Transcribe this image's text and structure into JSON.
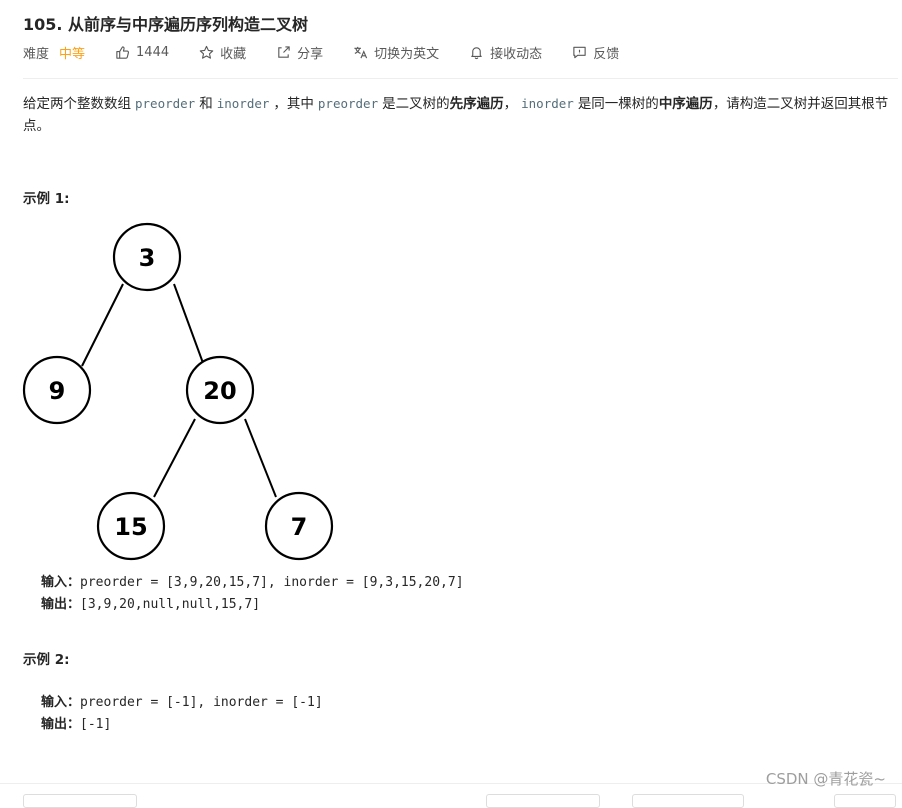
{
  "problem": {
    "title": "105. 从前序与中序遍历序列构造二叉树",
    "difficulty_label": "难度",
    "difficulty": "中等",
    "likes": "1444",
    "favorite": "收藏",
    "share": "分享",
    "switch_lang": "切换为英文",
    "notify": "接收动态",
    "feedback": "反馈"
  },
  "description": {
    "p1": "给定两个整数数组",
    "code1": "preorder",
    "p2": "和",
    "code2": "inorder",
    "p3": "，其中",
    "code3": "preorder",
    "p4": "是二叉树的",
    "b1": "先序遍历",
    "p5": "，",
    "code4": "inorder",
    "p6": "是同一棵树的",
    "b2": "中序遍历",
    "p7": "，请构造二叉树并返回其根节点。"
  },
  "example1": {
    "title": "示例 1:",
    "tree_nodes": [
      "3",
      "9",
      "20",
      "15",
      "7"
    ],
    "input_label": "输入：",
    "input_value": "preorder = [3,9,20,15,7], inorder = [9,3,15,20,7]",
    "output_label": "输出：",
    "output_value": "[3,9,20,null,null,15,7]"
  },
  "example2": {
    "title": "示例 2:",
    "input_label": "输入：",
    "input_value": "preorder = [-1], inorder = [-1]",
    "output_label": "输出：",
    "output_value": "[-1]"
  },
  "watermark": "CSDN @青花瓷~",
  "icons": {
    "like": "thumbs-up-icon",
    "favorite": "star-icon",
    "share": "share-icon",
    "translate": "translate-icon",
    "notify": "bell-icon",
    "feedback": "feedback-icon"
  },
  "colors": {
    "difficulty_medium": "#ffa116",
    "code_text": "#546e7a"
  }
}
